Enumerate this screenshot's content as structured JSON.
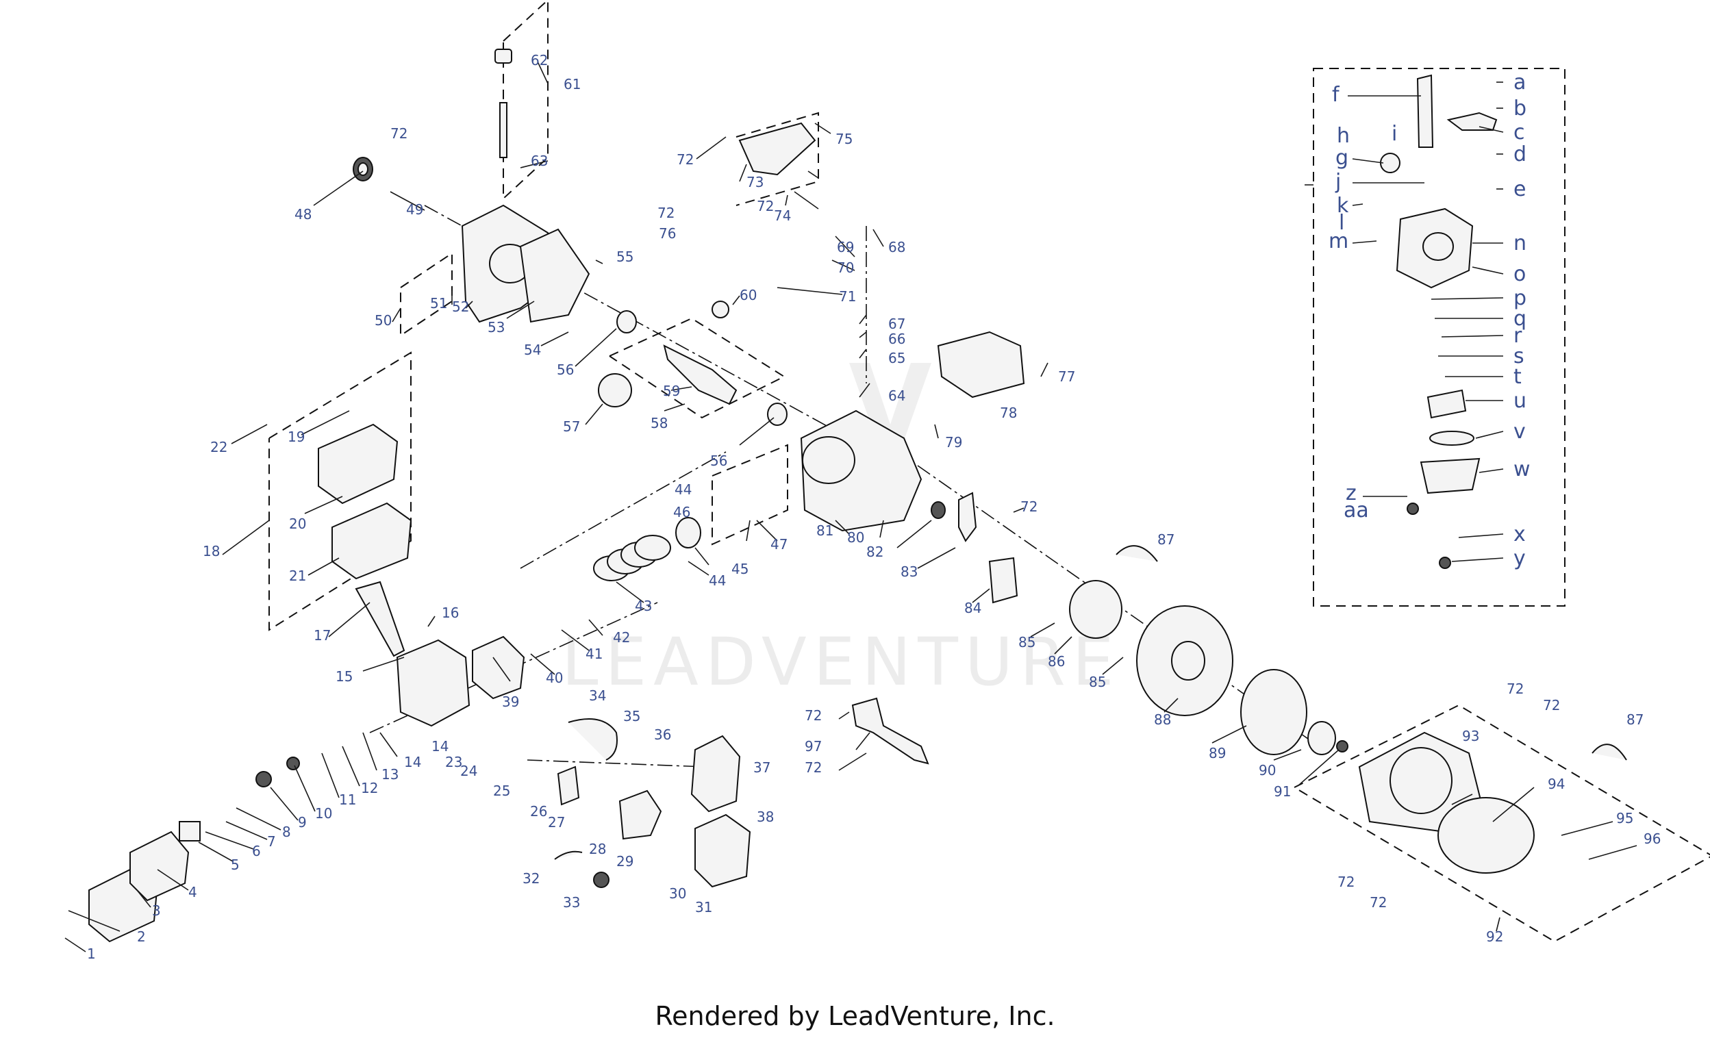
{
  "footer": "Rendered by LeadVenture, Inc.",
  "watermark": "LEADVENTURE",
  "callouts": [
    "1",
    "2",
    "3",
    "4",
    "5",
    "6",
    "7",
    "8",
    "9",
    "10",
    "11",
    "12",
    "13",
    "14",
    "15",
    "16",
    "17",
    "18",
    "19",
    "20",
    "21",
    "22",
    "23",
    "24",
    "25",
    "26",
    "27",
    "28",
    "29",
    "30",
    "31",
    "32",
    "33",
    "34",
    "35",
    "36",
    "37",
    "38",
    "39",
    "40",
    "41",
    "42",
    "43",
    "44",
    "45",
    "46",
    "47",
    "48",
    "49",
    "50",
    "51",
    "52",
    "53",
    "54",
    "55",
    "56",
    "57",
    "58",
    "59",
    "60",
    "61",
    "62",
    "63",
    "64",
    "65",
    "66",
    "67",
    "68",
    "69",
    "70",
    "71",
    "72",
    "73",
    "74",
    "75",
    "76",
    "77",
    "78",
    "79",
    "80",
    "81",
    "82",
    "83",
    "84",
    "85",
    "86",
    "87",
    "88",
    "89",
    "90",
    "91",
    "92",
    "93",
    "94",
    "95",
    "96",
    "97"
  ],
  "carburetor_letters": [
    "a",
    "b",
    "c",
    "d",
    "e",
    "f",
    "g",
    "h",
    "i",
    "j",
    "k",
    "l",
    "m",
    "n",
    "o",
    "p",
    "q",
    "r",
    "s",
    "t",
    "u",
    "v",
    "w",
    "x",
    "y",
    "z",
    "aa"
  ]
}
